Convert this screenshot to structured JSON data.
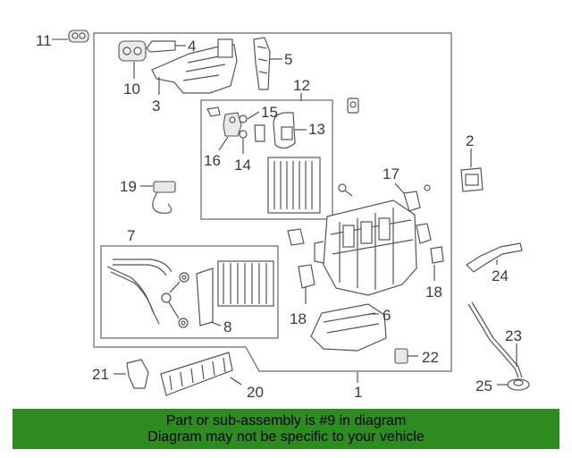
{
  "callouts": {
    "c1": "1",
    "c2": "2",
    "c3": "3",
    "c4": "4",
    "c5": "5",
    "c6": "6",
    "c7": "7",
    "c8": "8",
    "c10": "10",
    "c11": "11",
    "c12": "12",
    "c13": "13",
    "c14": "14",
    "c15": "15",
    "c16": "16",
    "c17": "17",
    "c18a": "18",
    "c18b": "18",
    "c19": "19",
    "c20": "20",
    "c21": "21",
    "c22": "22",
    "c23": "23",
    "c24": "24",
    "c25": "25"
  },
  "banner": {
    "line1": "Part or sub-assembly is #9 in diagram",
    "line2": "Diagram may not be specific to your vehicle",
    "color": "#2e8b1f"
  },
  "highlight_part": "9"
}
